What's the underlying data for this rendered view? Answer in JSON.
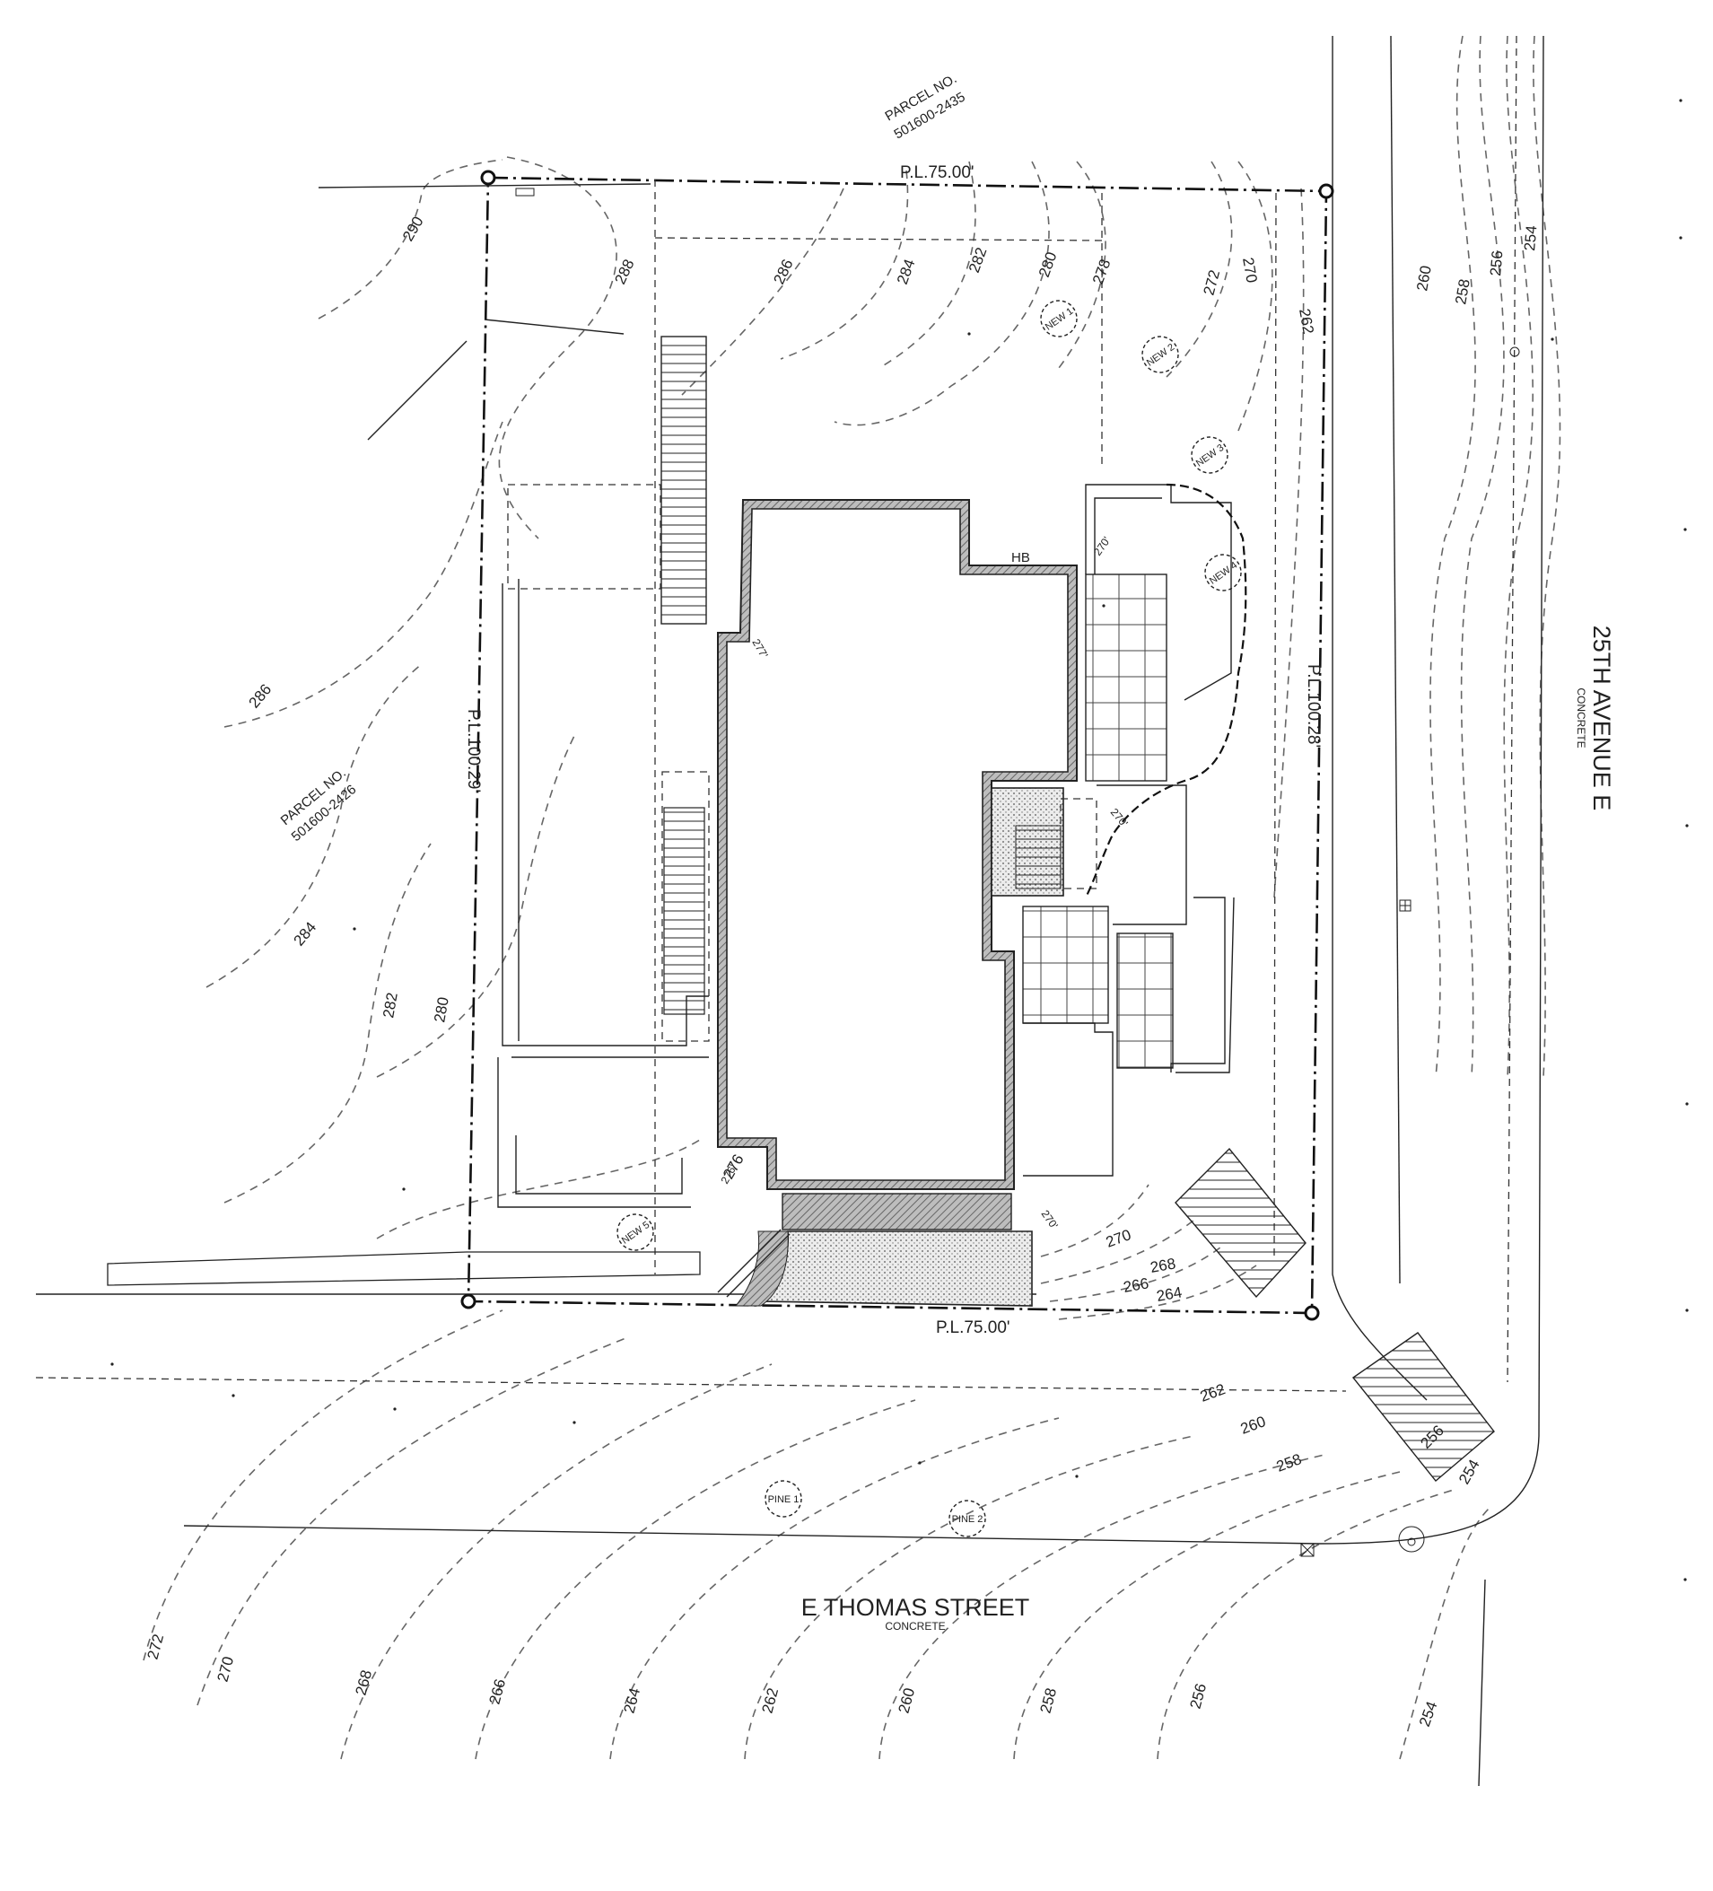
{
  "streets": {
    "south": {
      "name": "E THOMAS STREET",
      "surface": "CONCRETE"
    },
    "east": {
      "name": "25TH AVENUE E",
      "surface": "CONCRETE"
    }
  },
  "property_lines": {
    "north": "P.L.75.00'",
    "south": "P.L.75.00'",
    "west": "P.L.100.29'",
    "east": "P.L.100.28'"
  },
  "parcels": [
    {
      "label": "PARCEL NO.",
      "number": "501600-2435"
    },
    {
      "label": "PARCEL NO.",
      "number": "501600-2426"
    }
  ],
  "contour_labels": [
    "290",
    "288",
    "286",
    "284",
    "282",
    "280",
    "278",
    "272",
    "270",
    "262",
    "260",
    "258",
    "256",
    "254",
    "286",
    "284",
    "282",
    "280",
    "276",
    "270",
    "268",
    "266",
    "264",
    "262",
    "260",
    "258",
    "256",
    "254",
    "272",
    "270",
    "268",
    "266",
    "264",
    "262",
    "260",
    "258",
    "256",
    "254"
  ],
  "spot_elevations": [
    "277'",
    "270'",
    "270'",
    "276'",
    "270'"
  ],
  "house_labels": {
    "hose_bib": "HB"
  },
  "trees": {
    "new": [
      "NEW 1",
      "NEW 2",
      "NEW 3",
      "NEW 4",
      "NEW 5"
    ],
    "existing": [
      "PINE 1",
      "PINE 2"
    ]
  },
  "colors": {
    "line": "#222222",
    "contour": "#666666",
    "wall_hatch": "#8a8a8a",
    "paving": "#d9d9d9"
  }
}
